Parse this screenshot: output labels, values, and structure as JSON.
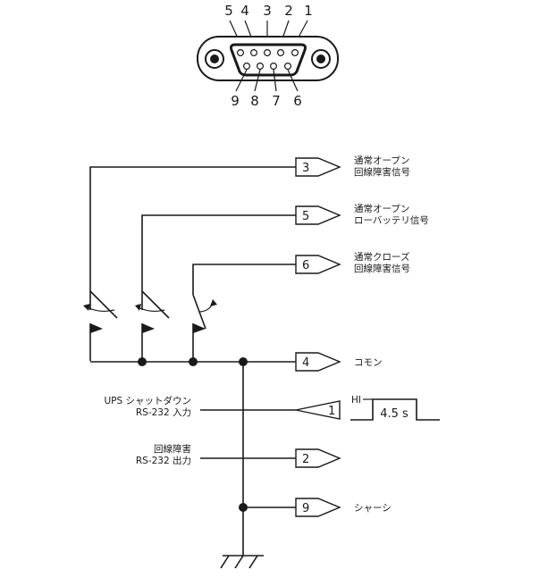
{
  "connector": {
    "top_pins": [
      "5",
      "4",
      "3",
      "2",
      "1"
    ],
    "bottom_pins": [
      "9",
      "8",
      "7",
      "6"
    ]
  },
  "outputs": [
    {
      "pin": "3",
      "line1": "通常オープン",
      "line2": "回線障害信号"
    },
    {
      "pin": "5",
      "line1": "通常オープン",
      "line2": "ローバッテリ信号"
    },
    {
      "pin": "6",
      "line1": "通常クローズ",
      "line2": "回線障害信号"
    },
    {
      "pin": "4",
      "line1": "コモン"
    },
    {
      "pin": "1",
      "left1": "UPS シャットダウン",
      "left2": "RS-232 入力",
      "pulse_hi": "HI",
      "pulse_duration": "4.5 s"
    },
    {
      "pin": "2",
      "left1": "回線障害",
      "left2": "RS-232 出力"
    },
    {
      "pin": "9",
      "line1": "シャーシ"
    }
  ]
}
